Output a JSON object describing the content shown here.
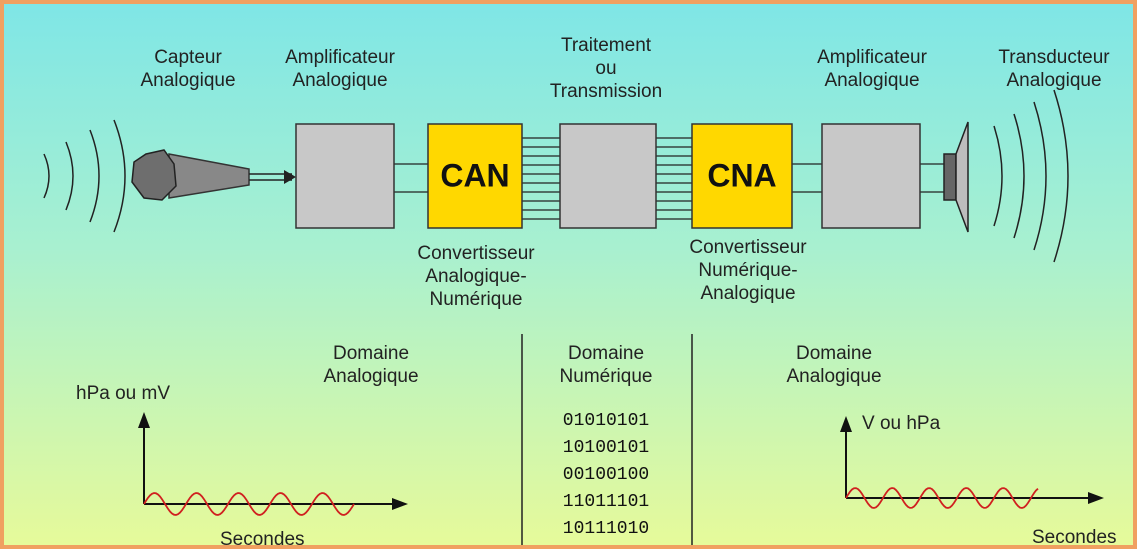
{
  "colors": {
    "frame_border": "#f0a060",
    "block_gray": "#c8c8c8",
    "block_yellow": "#ffd800",
    "signal_red": "#d02020",
    "background_top": "#7fe6e6",
    "background_bottom": "#e6fa9a"
  },
  "labels": {
    "capteur": "Capteur\nAnalogique",
    "amplificateur_1": "Amplificateur\nAnalogique",
    "traitement": "Traitement\nou\nTransmission",
    "amplificateur_2": "Amplificateur\nAnalogique",
    "transducteur": "Transducteur\nAnalogique",
    "can_desc": "Convertisseur\nAnalogique-\nNumérique",
    "cna_desc": "Convertisseur\nNumérique-\nAnalogique"
  },
  "blocks": {
    "can": "CAN",
    "cna": "CNA"
  },
  "domains": {
    "left": "Domaine\nAnalogique",
    "middle": "Domaine\nNumérique",
    "right": "Domaine\nAnalogique"
  },
  "binary_lines": [
    "01010101",
    "10100101",
    "00100100",
    "11011101",
    "10111010"
  ],
  "graphs": {
    "left_y_label": "hPa ou mV",
    "left_x_label": "Secondes",
    "right_y_label": "V ou hPa",
    "right_x_label": "Secondes"
  }
}
